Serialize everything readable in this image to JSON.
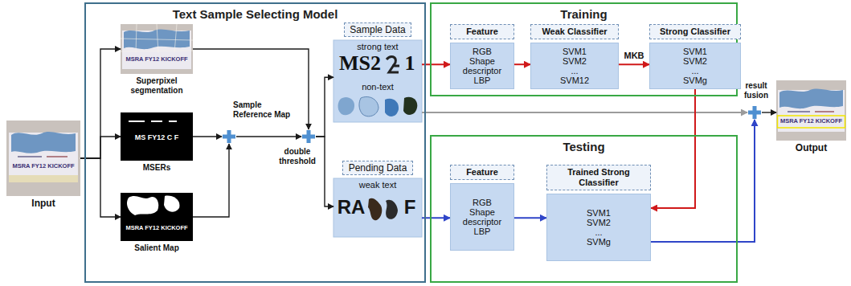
{
  "diagram": {
    "nodes": [
      {
        "text": [
          "Input"
        ]
      },
      {
        "text": [
          "Text Sample Selecting Model"
        ]
      },
      {
        "text": [
          "Superpixel segmentation"
        ],
        "in": 1
      },
      {
        "text": [
          "MSERs"
        ],
        "in": 1
      },
      {
        "text": [
          "Salient Map"
        ],
        "in": 1
      },
      {
        "text": [
          "Sample Reference Map"
        ],
        "in": 1
      },
      {
        "text": [
          "double threshold"
        ],
        "in": 1
      },
      {
        "text": [
          "Sample Data",
          "strong text",
          "non-text"
        ],
        "in": 1
      },
      {
        "text": [
          "Pending Data",
          "weak text"
        ],
        "in": 1
      },
      {
        "text": [
          "Training"
        ]
      },
      {
        "text": [
          "Feature",
          "RGB Shape descriptor LBP"
        ],
        "in": 9
      },
      {
        "text": [
          "Weak Classifier",
          "SVM1 SVM2 ... SVM12"
        ],
        "in": 9
      },
      {
        "text": [
          "Strong Classifier",
          "SVM1 SVM2 ... SVMg"
        ],
        "in": 9
      },
      {
        "text": [
          "Testing"
        ]
      },
      {
        "text": [
          "Feature",
          "RGB Shape descriptor LBP"
        ],
        "in": 13
      },
      {
        "text": [
          "Trained Strong Classifier",
          "SVM1 SVM2 ... SVMg"
        ],
        "in": 13
      },
      {
        "text": [
          "result fusion"
        ]
      },
      {
        "text": [
          "Output"
        ]
      }
    ],
    "edges": [
      {
        "from": 0,
        "to": 2,
        "arrow": "to"
      },
      {
        "from": 0,
        "to": 3,
        "arrow": "to"
      },
      {
        "from": 0,
        "to": 4,
        "arrow": "to"
      },
      {
        "from": 3,
        "to": 5,
        "arrow": "to"
      },
      {
        "from": 4,
        "to": 5,
        "arrow": "to"
      },
      {
        "from": 5,
        "to": 6,
        "arrow": "to"
      },
      {
        "from": 2,
        "to": 6,
        "arrow": "to"
      },
      {
        "from": 6,
        "to": 7,
        "arrow": "to"
      },
      {
        "from": 6,
        "to": 8,
        "arrow": "to"
      },
      {
        "from": 7,
        "to": 10,
        "arrow": "to"
      },
      {
        "from": 10,
        "to": 11,
        "arrow": "to"
      },
      {
        "from": 11,
        "to": 12,
        "label": "MKB",
        "arrow": "to"
      },
      {
        "from": 7,
        "to": 16,
        "arrow": "to"
      },
      {
        "from": 12,
        "to": 15,
        "arrow": "to"
      },
      {
        "from": 8,
        "to": 14,
        "arrow": "to"
      },
      {
        "from": 14,
        "to": 15,
        "arrow": "to"
      },
      {
        "from": 15,
        "to": 16,
        "arrow": "to"
      },
      {
        "from": 16,
        "to": 17,
        "arrow": "to"
      }
    ],
    "labels": [
      "MSRA FY12 KICKOFF",
      "MSRA FY12 KICKOFF",
      "MS FY12 C F",
      "MSRA FY12 KICKOFF",
      "MS2",
      "1",
      "RA",
      "F",
      "MSRA FY12 KICKOFF"
    ]
  }
}
